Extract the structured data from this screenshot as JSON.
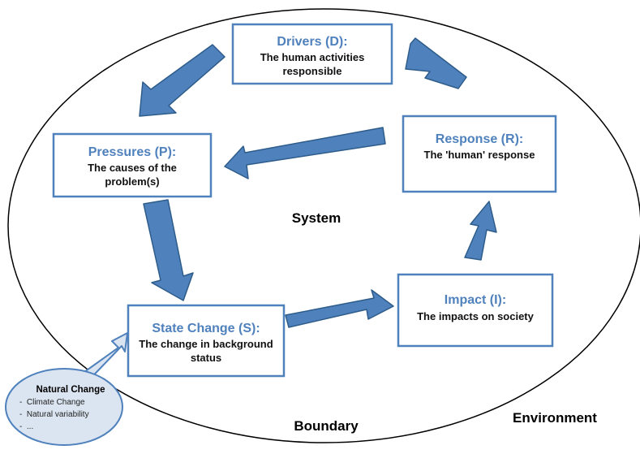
{
  "colors": {
    "accent": "#4f81bd",
    "arrow_fill": "#4f81bd",
    "natural_change_fill": "#dbe5f1"
  },
  "labels": {
    "system": "System",
    "boundary": "Boundary",
    "environment": "Environment"
  },
  "boxes": {
    "drivers": {
      "title": "Drivers (D):",
      "desc": [
        "The human activities",
        "responsible"
      ]
    },
    "pressures": {
      "title": "Pressures (P):",
      "desc": [
        "The causes of the",
        "problem(s)"
      ]
    },
    "state": {
      "title": "State Change (S):",
      "desc": [
        "The change in background",
        "status"
      ]
    },
    "impact": {
      "title": "Impact (I):",
      "desc": [
        "The impacts on society"
      ]
    },
    "response": {
      "title": "Response (R):",
      "desc": [
        "The 'human' response"
      ]
    }
  },
  "natural_change": {
    "title": "Natural Change",
    "items": [
      "Climate Change",
      "Natural variability",
      "..."
    ]
  }
}
